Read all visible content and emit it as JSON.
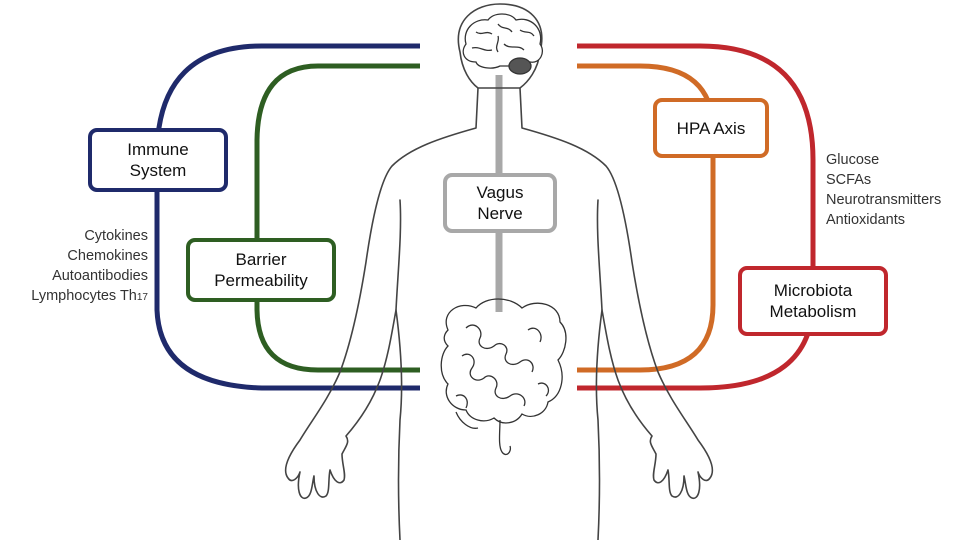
{
  "colors": {
    "immune": "#1f2a6b",
    "barrier": "#2e5e22",
    "vagus": "#a8a8a8",
    "hpa": "#d06b26",
    "microbiota": "#c0272d",
    "outline": "#444444"
  },
  "icons": [
    "brain-icon",
    "intestine-icon",
    "human-body-outline"
  ],
  "boxes": {
    "immune": {
      "line1": "Immune",
      "line2": "System"
    },
    "barrier": {
      "line1": "Barrier",
      "line2": "Permeability"
    },
    "vagus": {
      "line1": "Vagus",
      "line2": "Nerve"
    },
    "hpa": {
      "line1": "HPA Axis"
    },
    "microbiota": {
      "line1": "Microbiota",
      "line2": "Metabolism"
    }
  },
  "immune_mediators": [
    "Cytokines",
    "Chemokines",
    "Autoantibodies",
    "Lymphocytes Th"
  ],
  "th_subscript": "17",
  "microbial_products": [
    "Glucose",
    "SCFAs",
    "Neurotransmitters",
    "Antioxidants"
  ]
}
